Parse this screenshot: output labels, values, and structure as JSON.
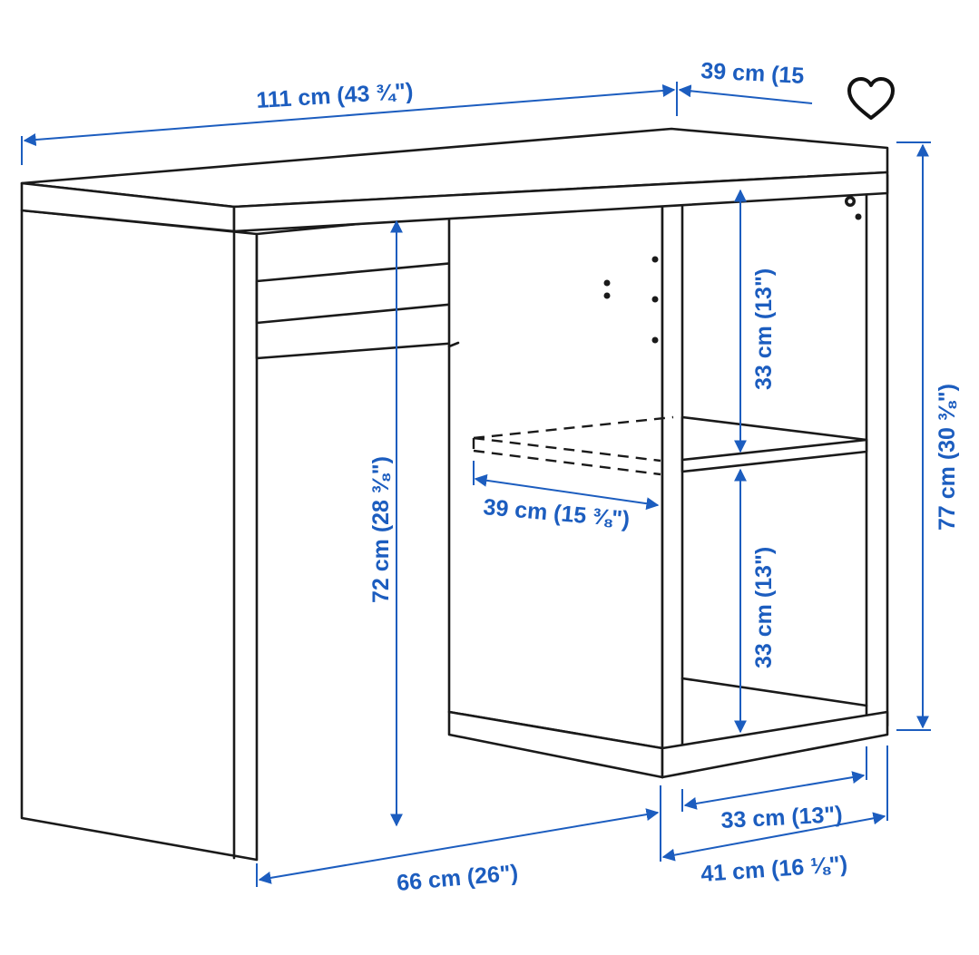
{
  "labels": {
    "width_total": "111 cm (43 ¾\")",
    "depth_top": "39 cm (15",
    "height_total": "77 cm (30 ⅜\")",
    "height_legroom": "72 cm (28 ⅜\")",
    "shelf_upper": "33 cm (13\")",
    "shelf_lower": "33 cm (13\")",
    "shelf_depth": "39 cm (15 ⅜\")",
    "width_legroom": "66 cm (26\")",
    "width_shelf_inner": "33 cm (13\")",
    "width_shelf_outer": "41 cm (16 ⅛\")"
  },
  "colors": {
    "dimension": "#1c5dbf",
    "outline": "#1a1a1a"
  },
  "icons": {
    "favorite": "heart-outline-icon"
  }
}
